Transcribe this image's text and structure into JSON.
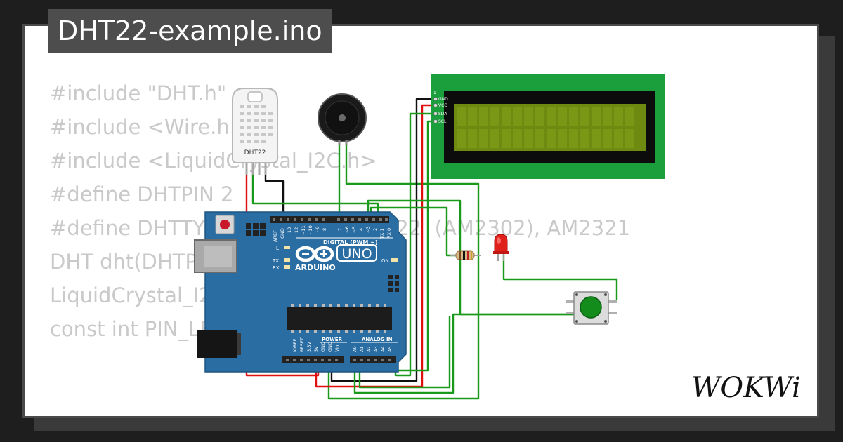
{
  "title": "DHT22-example.ino",
  "code_lines": [
    "#include \"DHT.h\"",
    "#include <Wire.h>",
    "#include <LiquidCrystal_I2C.h>",
    "",
    "#define DHTPIN 2",
    "#define DHTTYPE DHT22   // DHT 22  (AM2302), AM2321",
    "",
    "DHT dht(DHTPIN, DHTTYPE);",
    "LiquidCrystal_I2C lcd(0x27, 16, 2);",
    "",
    "const int PIN_LED = 11;"
  ],
  "sensor": {
    "label": "DHT22"
  },
  "arduino": {
    "brand": "ARDUINO",
    "model": "UNO",
    "digital_label": "DIGITAL (PWM ~)",
    "power_label": "POWER",
    "analog_label": "ANALOG IN",
    "on_label": "ON",
    "led_labels": [
      "L",
      "TX",
      "RX"
    ],
    "top_pins": [
      "AREF",
      "GND",
      "13",
      "12",
      "~11",
      "~10",
      "~9",
      "8",
      "7",
      "~6",
      "~5",
      "4",
      "~3",
      "2",
      "TX 1",
      "RX 0"
    ],
    "bottom_pins": [
      "IOREF",
      "RESET",
      "3.3V",
      "5V",
      "GND",
      "GND",
      "Vin",
      "A0",
      "A1",
      "A2",
      "A3",
      "A4",
      "A5"
    ]
  },
  "lcd": {
    "pin_number": "1",
    "pins": [
      "GND",
      "VCC",
      "SDA",
      "SCL"
    ]
  },
  "logo": "WOKWi",
  "colors": {
    "board": "#2a6da3",
    "lcd_frame": "#1a9f3c",
    "lcd_screen": "#6e8a10",
    "wire_green": "#1a9a1a",
    "wire_red": "#e01010",
    "wire_black": "#111111",
    "code_text": "#c9c9c9"
  }
}
